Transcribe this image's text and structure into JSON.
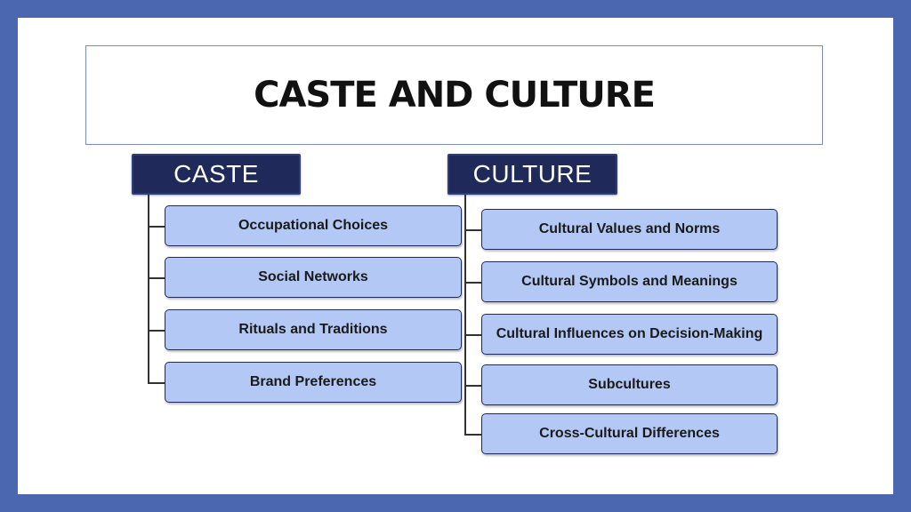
{
  "title": "CASTE AND CULTURE",
  "caste": {
    "label": "CASTE",
    "items": [
      "Occupational Choices",
      "Social Networks",
      "Rituals and Traditions",
      "Brand Preferences"
    ]
  },
  "culture": {
    "label": "CULTURE",
    "items": [
      "Cultural Values and Norms",
      "Cultural Symbols and Meanings",
      "Cultural Influences on Decision-Making",
      "Subcultures",
      "Cross-Cultural Differences"
    ]
  },
  "colors": {
    "frame": "#4a67b0",
    "header_fill": "#1f2a5a",
    "item_fill": "#b3c8f5"
  }
}
